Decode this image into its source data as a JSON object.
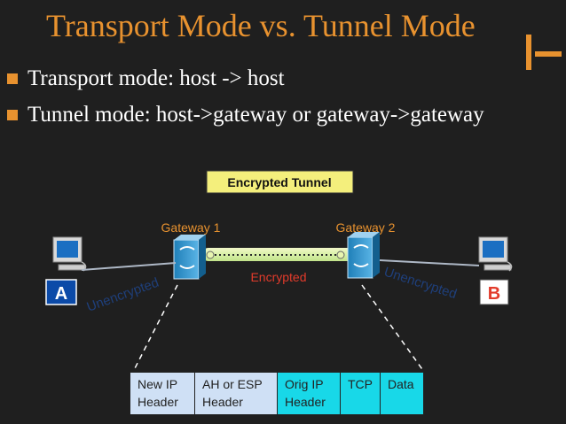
{
  "slide": {
    "title": "Transport Mode vs. Tunnel Mode",
    "bullets": [
      "Transport mode: host -> host",
      "Tunnel mode: host->gateway or gateway->gateway"
    ]
  },
  "diagram": {
    "tunnel_label": "Encrypted Tunnel",
    "gateway_1": "Gateway 1",
    "gateway_2": "Gateway 2",
    "host_a": "A",
    "host_b": "B",
    "left_link": "Unencrypted",
    "right_link": "Unencrypted",
    "middle_link": "Encrypted"
  },
  "packet": [
    {
      "line1": "New IP",
      "line2": "Header",
      "color": "#cfe0f5"
    },
    {
      "line1": "AH or ESP",
      "line2": "Header",
      "color": "#cfe0f5"
    },
    {
      "line1": "Orig IP",
      "line2": "Header",
      "color": "#18d8e8"
    },
    {
      "line1": "TCP",
      "line2": "",
      "color": "#18d8e8"
    },
    {
      "line1": "Data",
      "line2": "",
      "color": "#18d8e8"
    }
  ],
  "colors": {
    "accent": "#e8922f",
    "gateway_label": "#e8922f",
    "encrypted_label": "#e23b2b",
    "tunnel_box": "#f4ef7c",
    "link_text": "#1f3f7a"
  }
}
